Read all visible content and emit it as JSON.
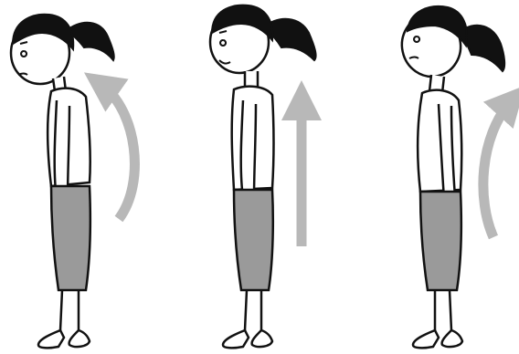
{
  "illustration": {
    "figures": [
      {
        "posture": "slouched",
        "expression": "frown",
        "arrow": "curved-back-forward"
      },
      {
        "posture": "upright",
        "expression": "smile",
        "arrow": "straight-up"
      },
      {
        "posture": "leaning-back",
        "expression": "frown",
        "arrow": "curved-back-backward"
      }
    ],
    "colors": {
      "outline": "#111111",
      "hair": "#111111",
      "skin": "#ffffff",
      "shirt": "#ffffff",
      "skirt": "#9a9a9a",
      "arrow": "#b8b8b8",
      "background": "#ffffff"
    }
  }
}
